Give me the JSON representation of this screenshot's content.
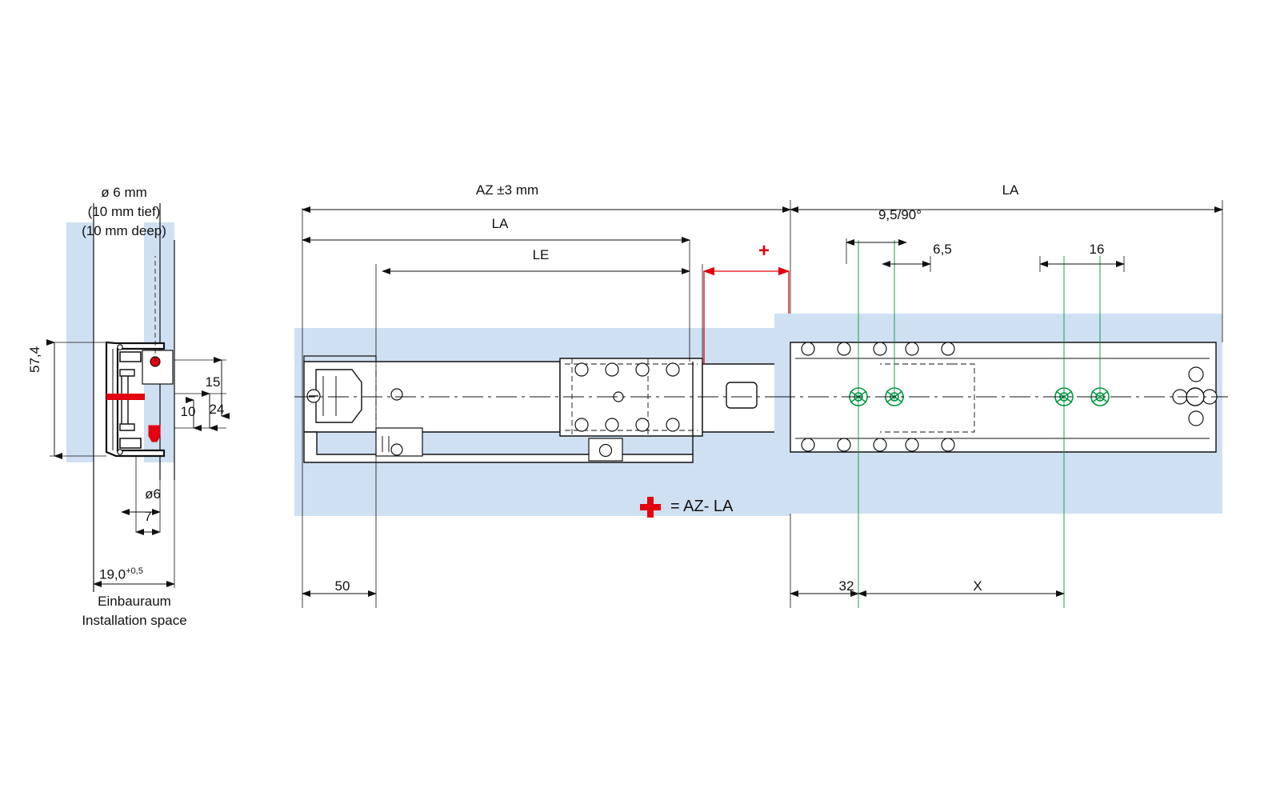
{
  "diagram": {
    "title": "Telescopic drawer slide installation drawing",
    "colors": {
      "line": "#111111",
      "panel_blue": "#cfe0f2",
      "red": "#e3000f",
      "green": "#009640"
    },
    "left_view": {
      "hole_note_line1": "ø 6 mm",
      "hole_note_line2": "(10 mm tief)",
      "hole_note_line3": "(10 mm deep)",
      "height_dim": "57,4",
      "dim_15": "15",
      "dim_24": "24",
      "dim_10": "10",
      "dia_6": "ø6",
      "dim_7": "7",
      "install_dim": "19,0",
      "install_dim_tol": "+0,5",
      "caption_de": "Einbauraum",
      "caption_en": "Installation space"
    },
    "main_view": {
      "az": "AZ ±3 mm",
      "la_left": "LA",
      "le": "LE",
      "plus_symbol": "+",
      "formula": "= AZ- LA",
      "dim_50": "50"
    },
    "right_view": {
      "la_right": "LA",
      "angle": "9,5/90°",
      "dim_6_5": "6,5",
      "dim_16": "16",
      "dim_32": "32",
      "dim_x": "X"
    }
  }
}
